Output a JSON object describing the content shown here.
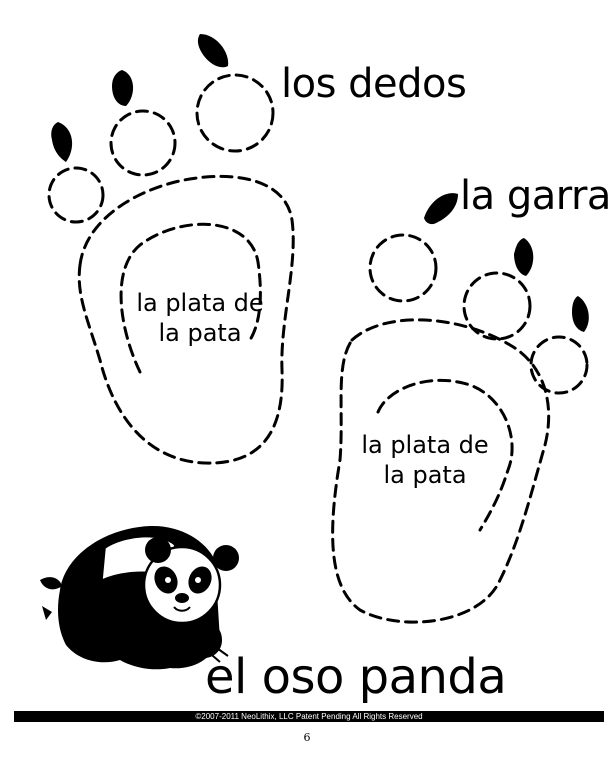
{
  "labels": {
    "toes": "los dedos",
    "claw": "la garra",
    "pad_left_line1": "la plata de",
    "pad_left_line2": "la pata",
    "pad_right_line1": "la plata de",
    "pad_right_line2": "la pata",
    "animal": "el oso panda"
  },
  "footer": {
    "copyright": "©2007-2011 NeoLithix, LLC  Patent Pending  All Rights Reserved",
    "page_number": "6"
  },
  "colors": {
    "ink": "#000000",
    "paper": "#ffffff"
  },
  "icons": [
    "claw-icon",
    "panda-illustration"
  ]
}
